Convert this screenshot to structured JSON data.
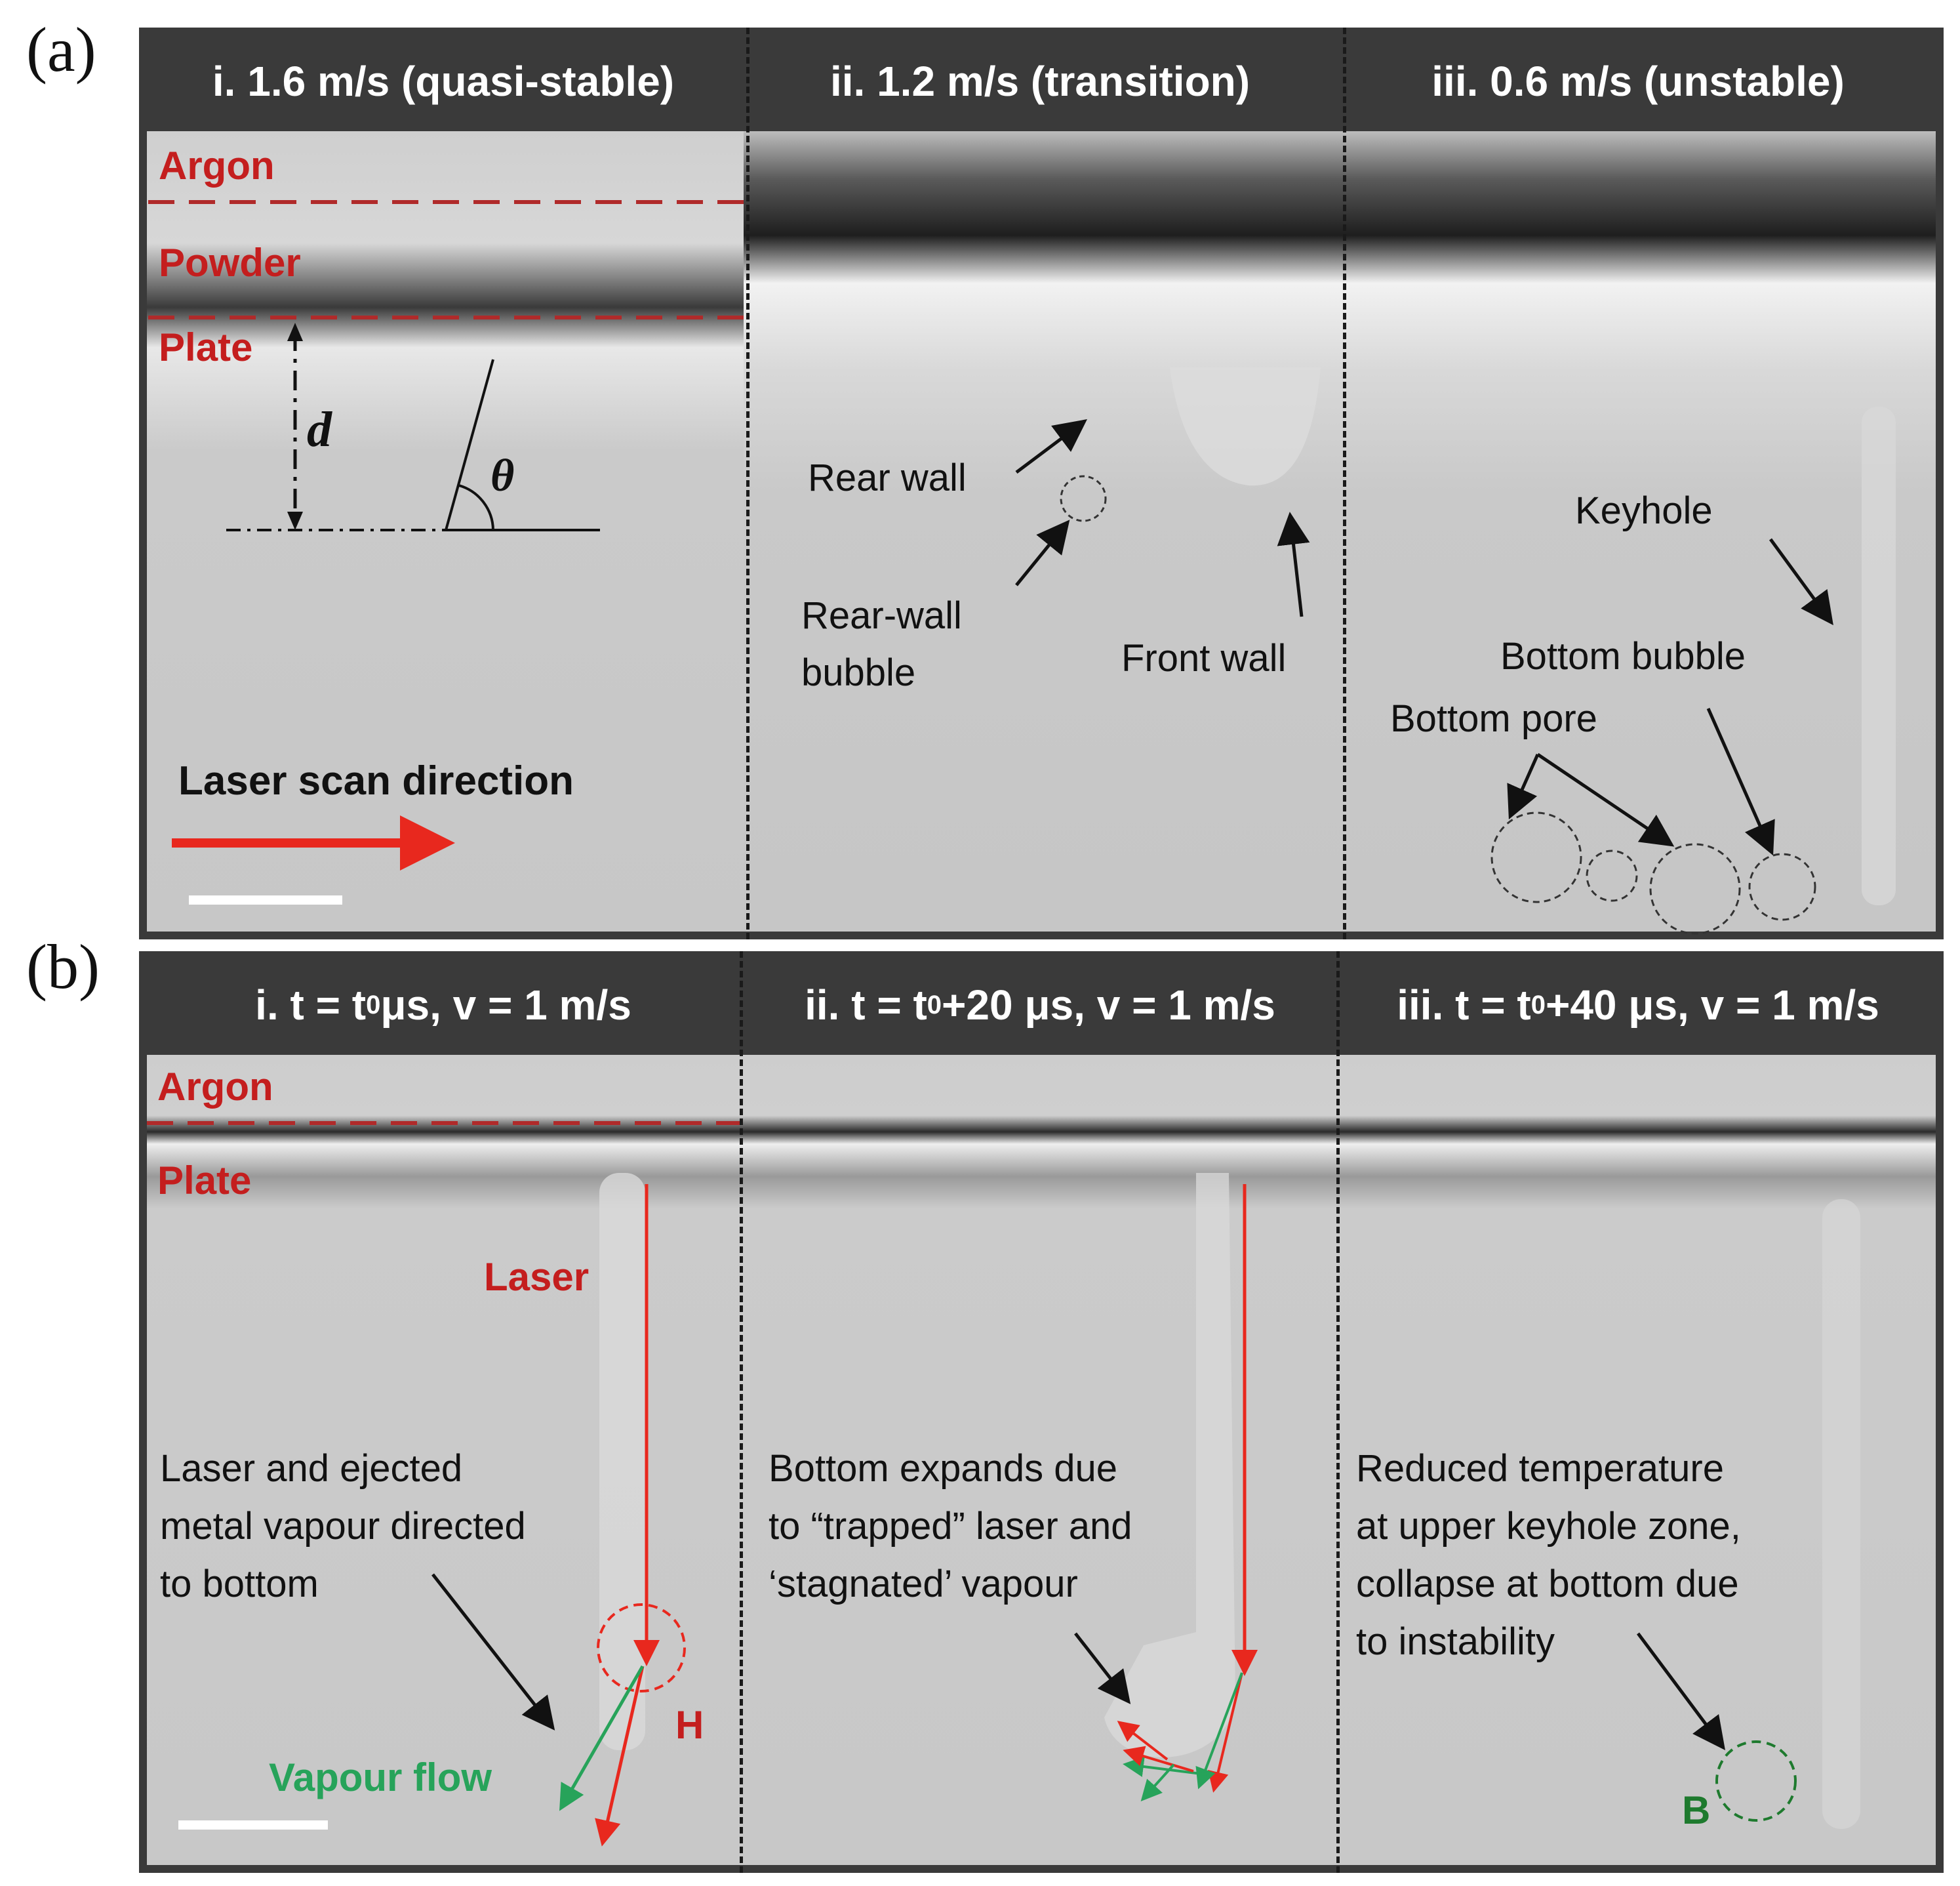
{
  "panel_a": {
    "letter": "(a)",
    "columns": [
      {
        "title": "i. 1.6 m/s (quasi-stable)"
      },
      {
        "title": "ii. 1.2 m/s (transition)"
      },
      {
        "title": "iii. 0.6 m/s (unstable)"
      }
    ],
    "layers": {
      "argon": "Argon",
      "powder": "Powder",
      "plate": "Plate"
    },
    "symbols": {
      "depth": "d",
      "angle": "θ"
    },
    "annotations": {
      "rear_wall": "Rear wall",
      "rear_wall_bubble_1": "Rear-wall",
      "rear_wall_bubble_2": "bubble",
      "front_wall": "Front wall",
      "keyhole": "Keyhole",
      "bottom_bubble": "Bottom bubble",
      "bottom_pore": "Bottom pore"
    },
    "scan_direction": "Laser scan direction"
  },
  "panel_b": {
    "letter": "(b)",
    "columns": [
      {
        "prefix": "i. t = t",
        "sub": "0",
        "suffix": " μs, v = 1 m/s"
      },
      {
        "prefix": "ii. t = t",
        "sub": "0",
        "suffix": " +20 μs, v = 1 m/s"
      },
      {
        "prefix": "iii. t = t",
        "sub": "0",
        "suffix": " +40 μs, v = 1 m/s"
      }
    ],
    "layers": {
      "argon": "Argon",
      "plate": "Plate"
    },
    "labels": {
      "laser": "Laser",
      "h": "H",
      "vapour_flow": "Vapour flow",
      "b": "B"
    },
    "descriptions": [
      "Laser and ejected\nmetal vapour directed\nto bottom",
      "Bottom expands due\nto “trapped” laser and\n‘stagnated’ vapour",
      "Reduced temperature\nat upper keyhole zone,\ncollapse at bottom due\nto instability"
    ]
  },
  "colors": {
    "header_bg": "#3a3a3a",
    "layer_label": "#c41e1e",
    "laser": "#e8281e",
    "vapour": "#27a35a",
    "bubble_b": "#1e7a2e"
  }
}
